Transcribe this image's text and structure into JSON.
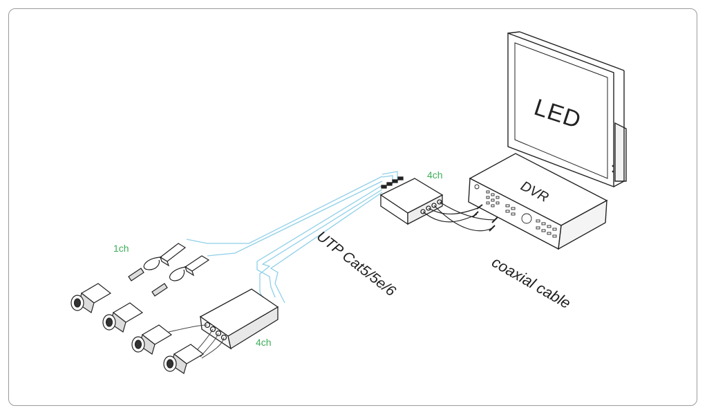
{
  "labels": {
    "monitor": "LED",
    "dvr": "DVR",
    "receiver_channels": "4ch",
    "transmitter_channels": "4ch",
    "single_channel": "1ch",
    "utp_cable": "UTP Cat5/5e/6",
    "coax_cable": "coaxial cable"
  },
  "colors": {
    "utp_wire": "#8ecfe8",
    "label_green": "#3fae5a",
    "line_art": "#222222",
    "frame": "#9a9a9a"
  },
  "icons": {
    "monitor": "led-monitor-icon",
    "dvr": "dvr-recorder-icon",
    "hub": "video-balun-hub-icon",
    "camera": "cctv-camera-icon",
    "balun": "passive-balun-icon"
  }
}
